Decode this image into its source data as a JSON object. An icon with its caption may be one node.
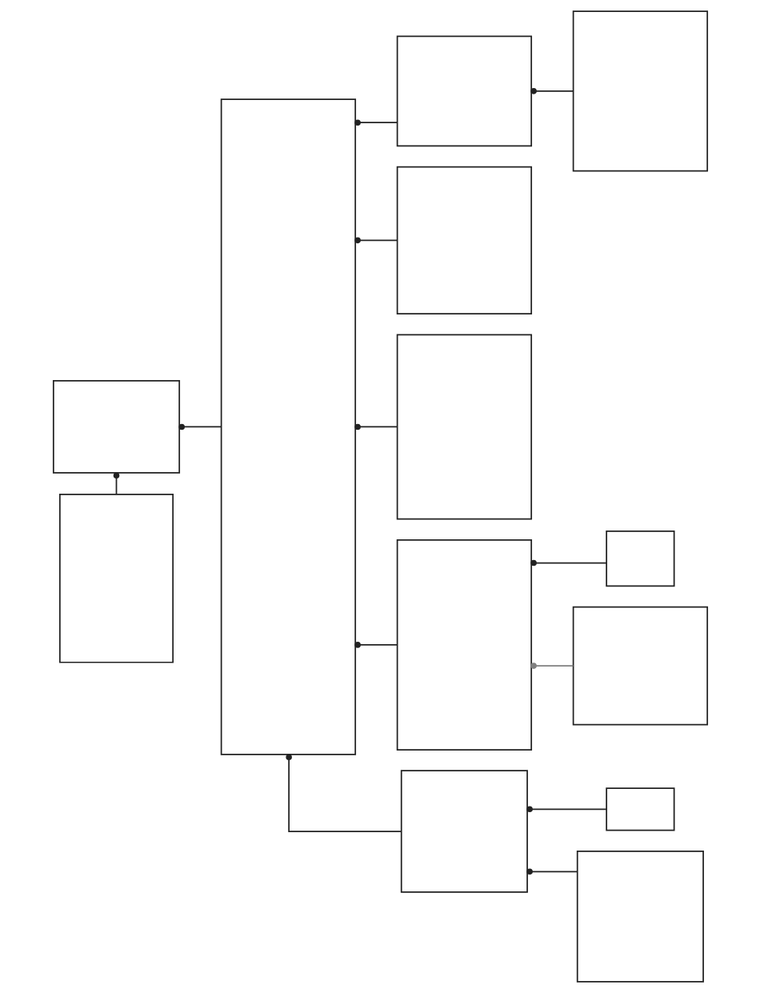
{
  "diagram": {
    "nodes": [
      {
        "text": [],
        "shape": "box"
      },
      {
        "text": [],
        "shape": "box"
      },
      {
        "text": [],
        "shape": "box"
      },
      {
        "text": [],
        "shape": "box"
      },
      {
        "text": [],
        "shape": "box"
      },
      {
        "text": [],
        "shape": "box"
      },
      {
        "text": [],
        "shape": "box"
      },
      {
        "text": [],
        "shape": "box"
      },
      {
        "text": [],
        "shape": "box"
      },
      {
        "text": [],
        "shape": "box"
      },
      {
        "text": [],
        "shape": "box"
      },
      {
        "text": [],
        "shape": "box"
      },
      {
        "text": [],
        "shape": "box"
      }
    ],
    "edges": [
      {
        "from": 0,
        "to": 1,
        "arrow": "other"
      },
      {
        "from": 0,
        "to": 2,
        "arrow": "other"
      },
      {
        "from": 2,
        "to": 3,
        "arrow": "other"
      },
      {
        "from": 2,
        "to": 5,
        "arrow": "other"
      },
      {
        "from": 2,
        "to": 6,
        "arrow": "other"
      },
      {
        "from": 2,
        "to": 7,
        "arrow": "other"
      },
      {
        "from": 2,
        "to": 9,
        "arrow": "other"
      },
      {
        "from": 3,
        "to": 4,
        "arrow": "other"
      },
      {
        "from": 7,
        "to": 8,
        "arrow": "other"
      },
      {
        "from": 7,
        "to": 10,
        "arrow": "other",
        "color": "#808080"
      },
      {
        "from": 9,
        "to": 11,
        "arrow": "other"
      },
      {
        "from": 9,
        "to": 12,
        "arrow": "other"
      }
    ]
  }
}
